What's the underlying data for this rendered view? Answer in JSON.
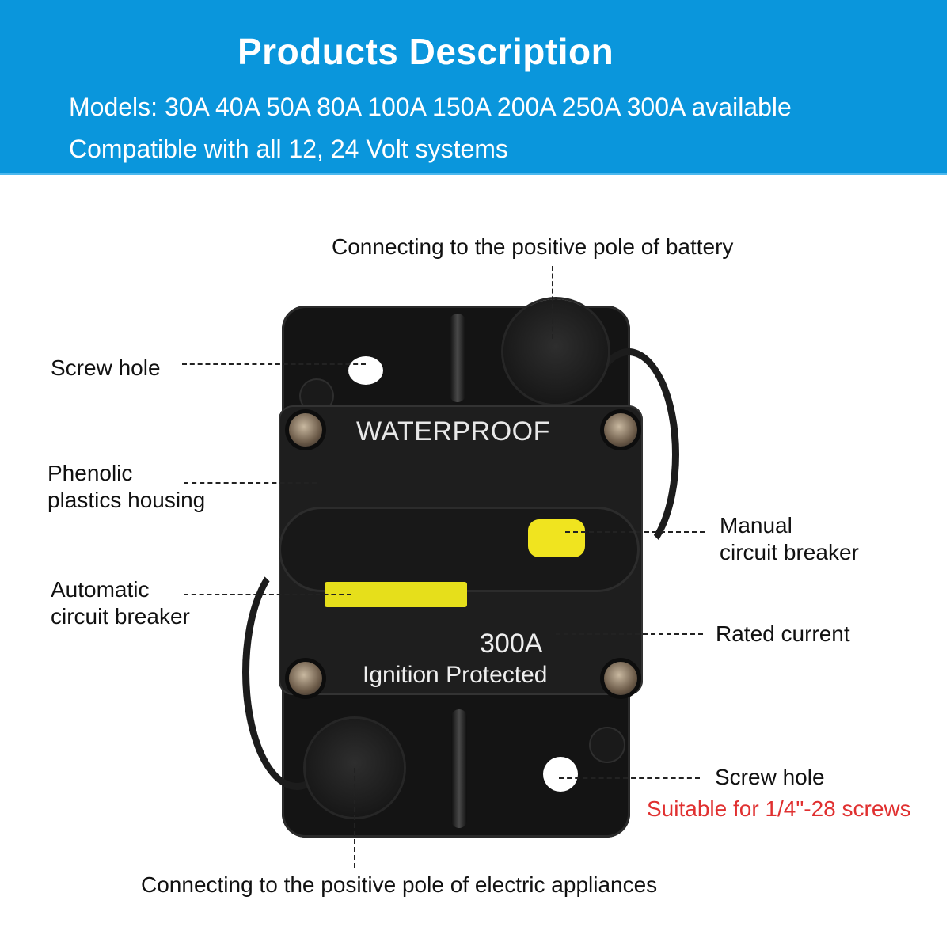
{
  "banner": {
    "title": "Products Description",
    "models_line": "Models: 30A 40A 50A 80A 100A 150A 200A 250A 300A available",
    "compat_line": "Compatible with all 12, 24 Volt systems",
    "background_color": "#0a96dc"
  },
  "product": {
    "cover_text": "WATERPROOF",
    "rating_text": "300A",
    "ignition_text": "Ignition Protected",
    "accent_color": "#e6df1b"
  },
  "callouts": {
    "battery_terminal": "Connecting to the positive pole of battery",
    "screw_hole_top": "Screw hole",
    "housing_line1": "Phenolic",
    "housing_line2": "plastics housing",
    "manual_line1": "Manual",
    "manual_line2": "circuit breaker",
    "automatic_line1": "Automatic",
    "automatic_line2": "circuit breaker",
    "rated_current": "Rated current",
    "screw_hole_bottom": "Screw hole",
    "screw_note": "Suitable for 1/4\"-28 screws",
    "appliance_terminal": "Connecting to the positive pole of electric appliances"
  }
}
